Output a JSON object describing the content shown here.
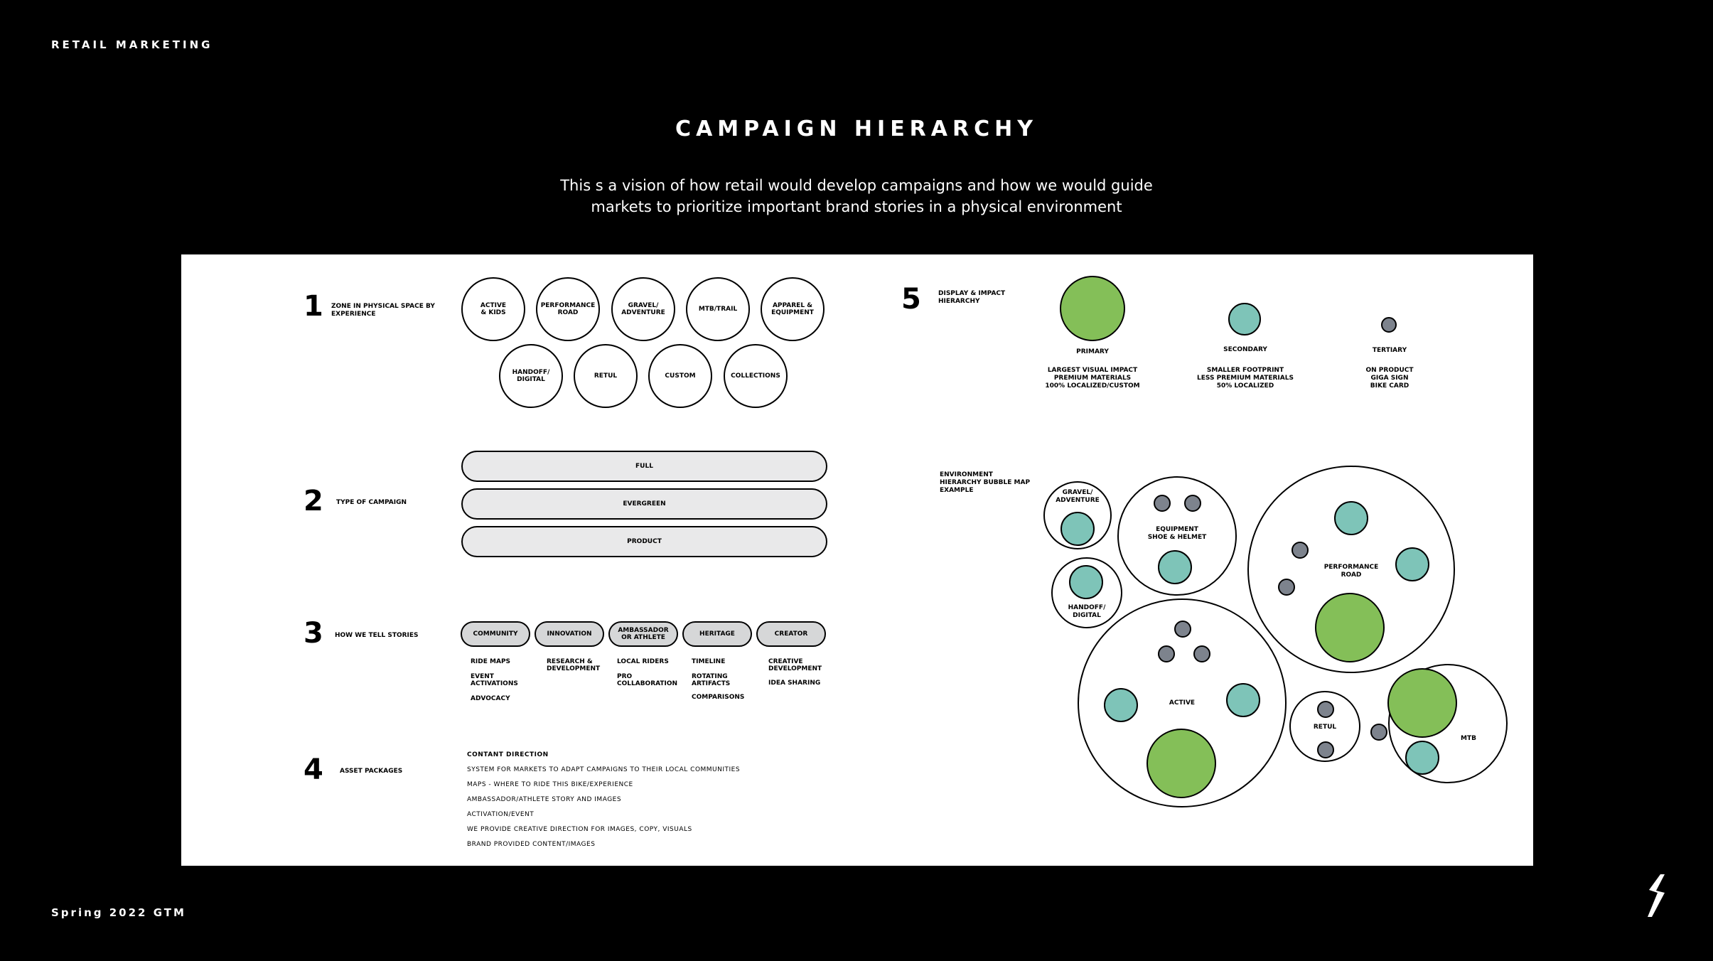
{
  "header": {
    "brand": "RETAIL MARKETING",
    "title": "CAMPAIGN HIERARCHY",
    "subtitle_line1": "This s a vision of how retail would develop campaigns and how we would guide",
    "subtitle_line2": "markets to prioritize important brand stories in a physical environment"
  },
  "footer": {
    "text": "Spring 2022 GTM",
    "logo_icon": "specialized-s-logo-icon"
  },
  "colors": {
    "green": "#84bf58",
    "teal": "#7ec4b8",
    "gray": "#7d838d"
  },
  "section1": {
    "number": "1",
    "label": "ZONE IN PHYSICAL SPACE BY\nEXPERIENCE",
    "zones": [
      "ACTIVE\n& KIDS",
      "PERFORMANCE\nROAD",
      "GRAVEL/\nADVENTURE",
      "MTB/TRAIL",
      "APPAREL &\nEQUIPMENT",
      "HANDOFF/\nDIGITAL",
      "RETUL",
      "CUSTOM",
      "COLLECTIONS"
    ]
  },
  "section2": {
    "number": "2",
    "label": "TYPE OF CAMPAIGN",
    "types": [
      "FULL",
      "EVERGREEN",
      "PRODUCT"
    ]
  },
  "section3": {
    "number": "3",
    "label": "HOW WE TELL STORIES",
    "pillars": [
      {
        "name": "COMMUNITY",
        "items": [
          "RIDE MAPS",
          "EVENT\nACTIVATIONS",
          "ADVOCACY"
        ]
      },
      {
        "name": "INNOVATION",
        "items": [
          "RESEARCH &\nDEVELOPMENT"
        ]
      },
      {
        "name": "AMBASSADOR\nOR ATHLETE",
        "items": [
          "LOCAL RIDERS",
          "PRO\nCOLLABORATION"
        ]
      },
      {
        "name": "HERITAGE",
        "items": [
          "TIMELINE",
          "ROTATING\nARTIFACTS",
          "COMPARISONS"
        ]
      },
      {
        "name": "CREATOR",
        "items": [
          "CREATIVE\nDEVELOPMENT",
          "IDEA SHARING"
        ]
      }
    ]
  },
  "section4": {
    "number": "4",
    "label": "ASSET PACKAGES",
    "heading": "CONTANT DIRECTION",
    "items": [
      "SYSTEM FOR MARKETS TO ADAPT CAMPAIGNS TO THEIR LOCAL COMMUNITIES",
      "MAPS - WHERE TO RIDE THIS BIKE/EXPERIENCE",
      "AMBASSADOR/ATHLETE STORY AND IMAGES",
      "ACTIVATION/EVENT",
      "WE PROVIDE CREATIVE DIRECTION FOR IMAGES, COPY, VISUALS",
      "BRAND PROVIDED CONTENT/IMAGES"
    ]
  },
  "section5": {
    "number": "5",
    "label": "DISPLAY & IMPACT\nHIERARCHY",
    "levels": [
      {
        "name": "PRIMARY",
        "desc": "LARGEST VISUAL IMPACT\nPREMIUM MATERIALS\n100% LOCALIZED/CUSTOM"
      },
      {
        "name": "SECONDARY",
        "desc": "SMALLER FOOTPRINT\nLESS PREMIUM MATERIALS\n50% LOCALIZED"
      },
      {
        "name": "TERTIARY",
        "desc": "ON PRODUCT\nGIGA SIGN\nBIKE CARD"
      }
    ]
  },
  "bubble_map": {
    "label": "ENVIRONMENT\nHIERARCHY BUBBLE MAP\nEXAMPLE",
    "zones": [
      "GRAVEL/\nADVENTURE",
      "EQUIPMENT\nSHOE & HELMET",
      "PERFORMANCE\nROAD",
      "HANDOFF/\nDIGITAL",
      "ACTIVE",
      "RETUL",
      "MTB"
    ]
  }
}
